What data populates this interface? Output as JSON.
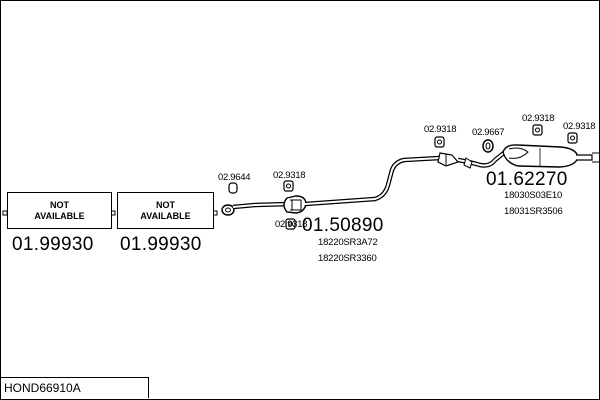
{
  "title": "HOND66910A",
  "parts": [
    {
      "number": "01.99930",
      "label_line1": "NOT",
      "label_line2": "AVAILABLE"
    },
    {
      "number": "01.99930",
      "label_line1": "NOT",
      "label_line2": "AVAILABLE"
    },
    {
      "number": "01.50890",
      "oe_numbers": [
        "18220SR3A72",
        "18220SR3360"
      ]
    },
    {
      "number": "01.62270",
      "oe_numbers": [
        "18030S03E10",
        "18031SR3506"
      ]
    }
  ],
  "small_parts": [
    "02.9644",
    "02.9318",
    "02.9318",
    "02.9318",
    "02.9667",
    "02.9318",
    "02.9318"
  ],
  "colors": {
    "line": "#000000",
    "background": "#ffffff"
  }
}
